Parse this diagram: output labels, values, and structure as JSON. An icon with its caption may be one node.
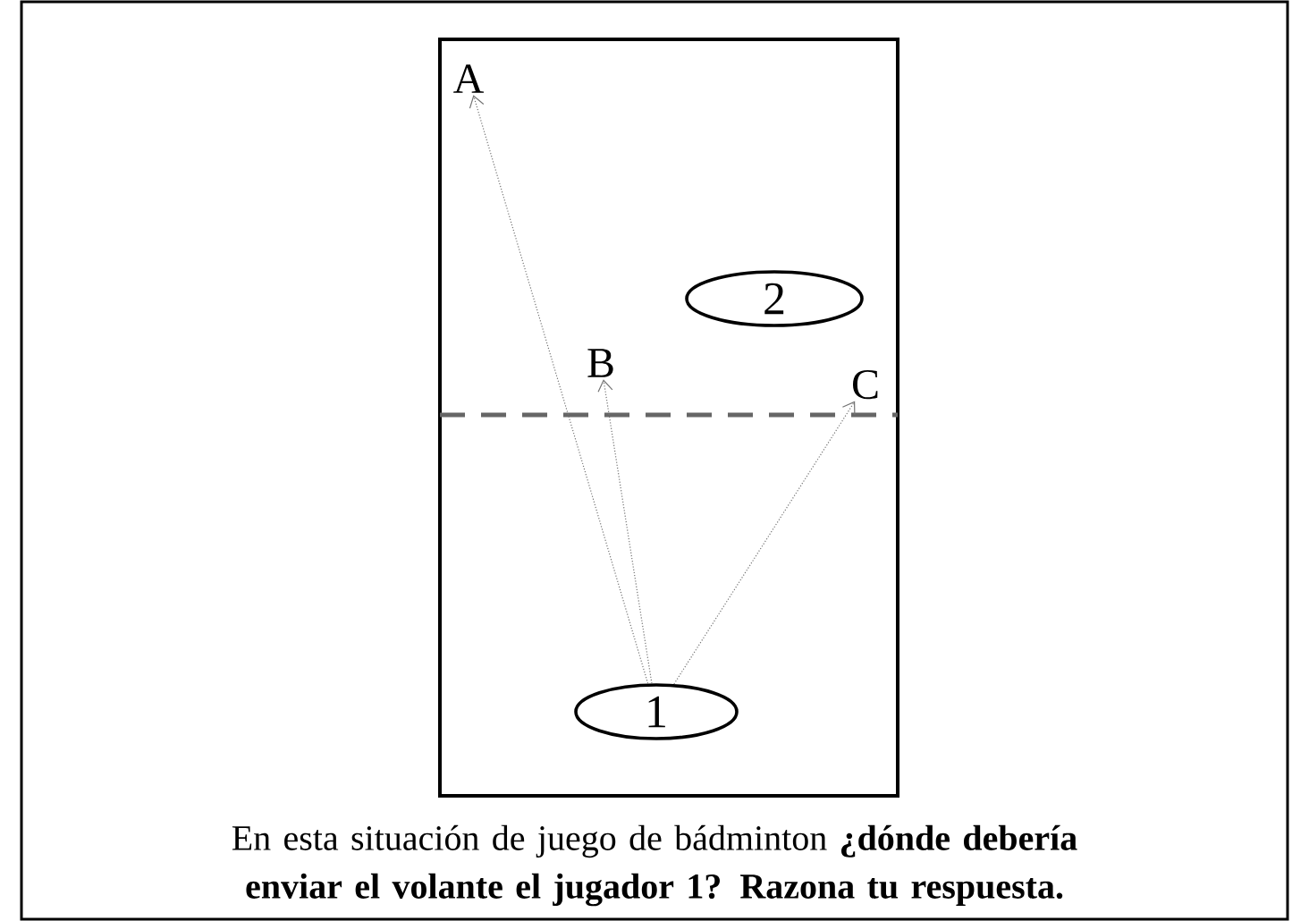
{
  "diagram": {
    "caption": "En esta situación de juego de bádminton **¿dónde debería enviar el volante el jugador 1? Razona tu respuesta.**",
    "nodes": [
      {
        "text": [
          "1"
        ]
      },
      {
        "text": [
          "2"
        ]
      },
      {
        "text": [
          "A"
        ]
      },
      {
        "text": [
          "B"
        ]
      },
      {
        "text": [
          "C"
        ]
      }
    ],
    "edges": [
      {
        "from": 0,
        "to": 2,
        "arrow": "to"
      },
      {
        "from": 0,
        "to": 3,
        "arrow": "to"
      },
      {
        "from": 0,
        "to": 4,
        "arrow": "to"
      }
    ]
  }
}
